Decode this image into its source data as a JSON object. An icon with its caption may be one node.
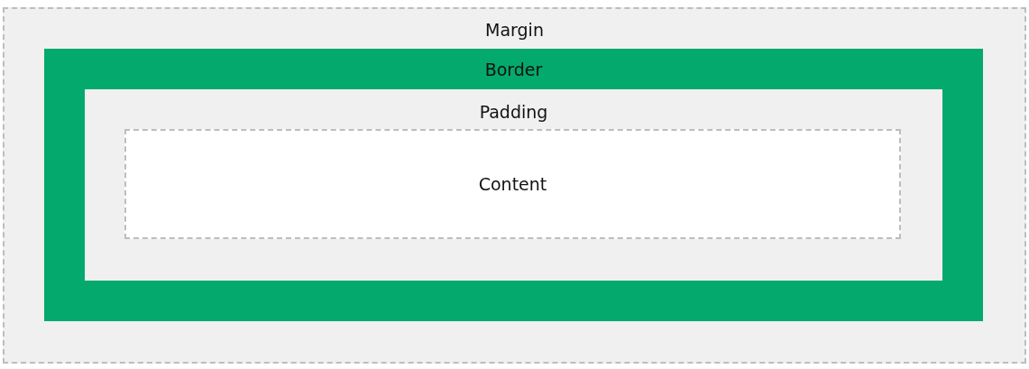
{
  "diagram": {
    "nodes": [
      {
        "text": [
          "Margin"
        ]
      },
      {
        "text": [
          "Border"
        ],
        "in": 0
      },
      {
        "text": [
          "Padding"
        ],
        "in": 1
      },
      {
        "text": [
          "Content"
        ],
        "in": 2
      }
    ]
  }
}
